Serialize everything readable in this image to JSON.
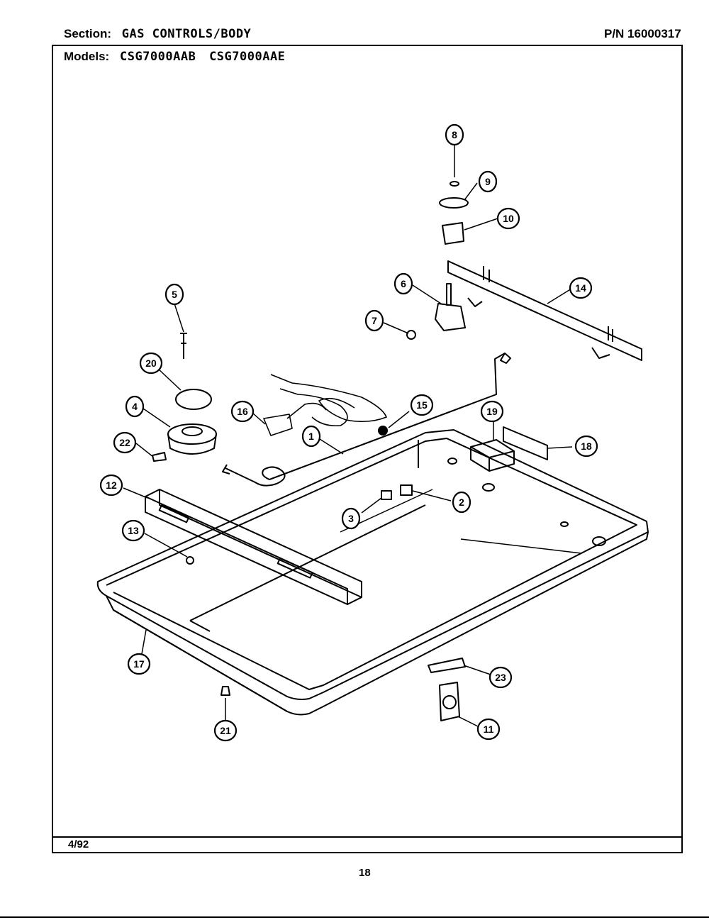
{
  "header": {
    "section_label": "Section:",
    "section_value": "GAS CONTROLS/BODY",
    "part_number": "P/N 16000317",
    "models_label": "Models:",
    "model_1": "CSG7000AAB",
    "model_2": "CSG7000AAE"
  },
  "footer": {
    "date": "4/92",
    "page_number": "18"
  },
  "callouts": [
    "1",
    "2",
    "3",
    "4",
    "5",
    "6",
    "7",
    "8",
    "9",
    "10",
    "11",
    "12",
    "13",
    "14",
    "15",
    "16",
    "17",
    "18",
    "19",
    "20",
    "21",
    "22",
    "23"
  ]
}
